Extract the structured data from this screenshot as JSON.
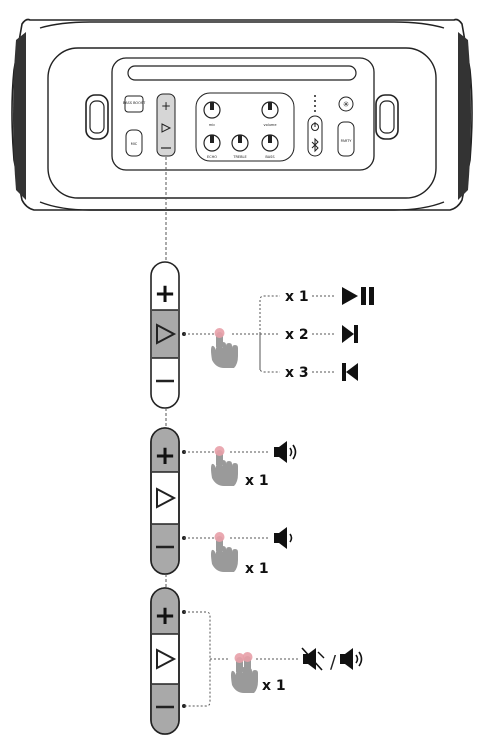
{
  "speaker": {
    "panel_labels": {
      "bass_boost": "BASS BOOST",
      "mic": "MIC",
      "echo": "ECHO",
      "treble": "TREBLE",
      "bass": "BASS",
      "mic_level": "mic",
      "volume": "volume",
      "party": "PARTY"
    }
  },
  "controls": {
    "plus": "+",
    "play": "▷",
    "minus": "—"
  },
  "press_counts": {
    "x1": "x 1",
    "x2": "x 2",
    "x3": "x 3",
    "single": "x 1"
  },
  "indicators": {
    "slash": "/"
  },
  "colors": {
    "active_button": "#a9a9a9",
    "outline": "#222222",
    "fingertip": "#e8a0a8",
    "hand": "#9a9a9a",
    "dashed_line": "#555555"
  },
  "icons": {
    "play_pause": "play-pause-icon",
    "next": "next-track-icon",
    "previous": "previous-track-icon",
    "volume_up": "volume-up-icon",
    "volume_down": "volume-down-icon",
    "mute": "mute-icon",
    "unmute": "unmute-icon",
    "hand": "hand-press-icon"
  }
}
